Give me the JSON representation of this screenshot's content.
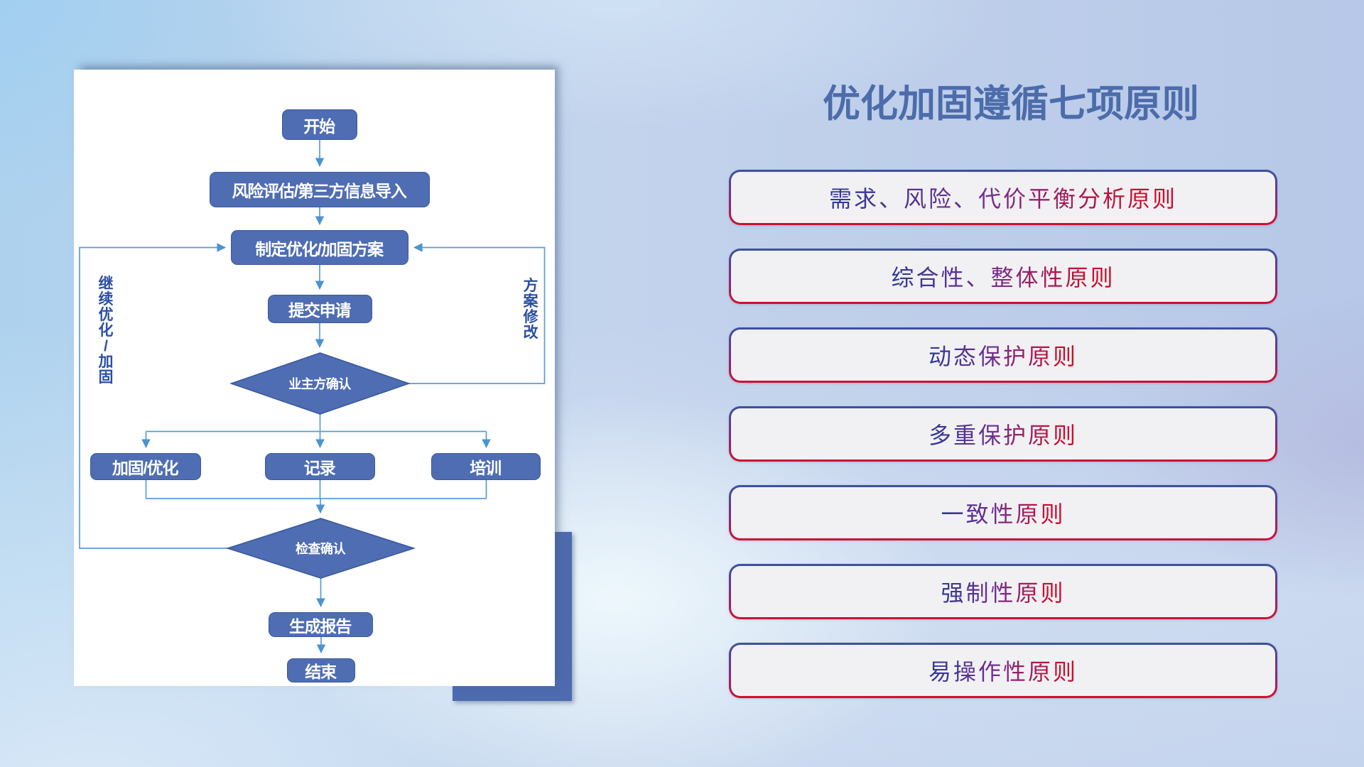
{
  "title": "优化加固遵循七项原则",
  "flowchart": {
    "nodes": {
      "start": "开始",
      "risk_assess": "风险评估/第三方信息导入",
      "make_plan": "制定优化/加固方案",
      "submit": "提交申请",
      "owner_confirm": "业主方确认",
      "reinforce": "加固/优化",
      "record": "记录",
      "training": "培训",
      "check_confirm": "检查确认",
      "report": "生成报告",
      "end": "结束"
    },
    "edge_labels": {
      "continue_loop": "继续优化/加固",
      "modify_loop": "方案修改"
    }
  },
  "principles": {
    "items": [
      {
        "label": "需求、风险、代价平衡分析原则"
      },
      {
        "label": "综合性、整体性原则"
      },
      {
        "label": "动态保护原则"
      },
      {
        "label": "多重保护原则"
      },
      {
        "label": "一致性原则"
      },
      {
        "label": "强制性原则"
      },
      {
        "label": "易操作性原则"
      }
    ]
  },
  "colors": {
    "node_fill": "#4e6db3",
    "node_border": "#3a5a9e",
    "connector": "#5b9bd5",
    "title_text": "#4c6caa",
    "principle_border_top": "#3a53a2",
    "principle_border_bottom": "#d01030",
    "principle_text_start": "#2c3a94",
    "principle_text_end": "#d10a26",
    "background_top": "#abd2ef",
    "background_bottom": "#c5d6e9"
  }
}
